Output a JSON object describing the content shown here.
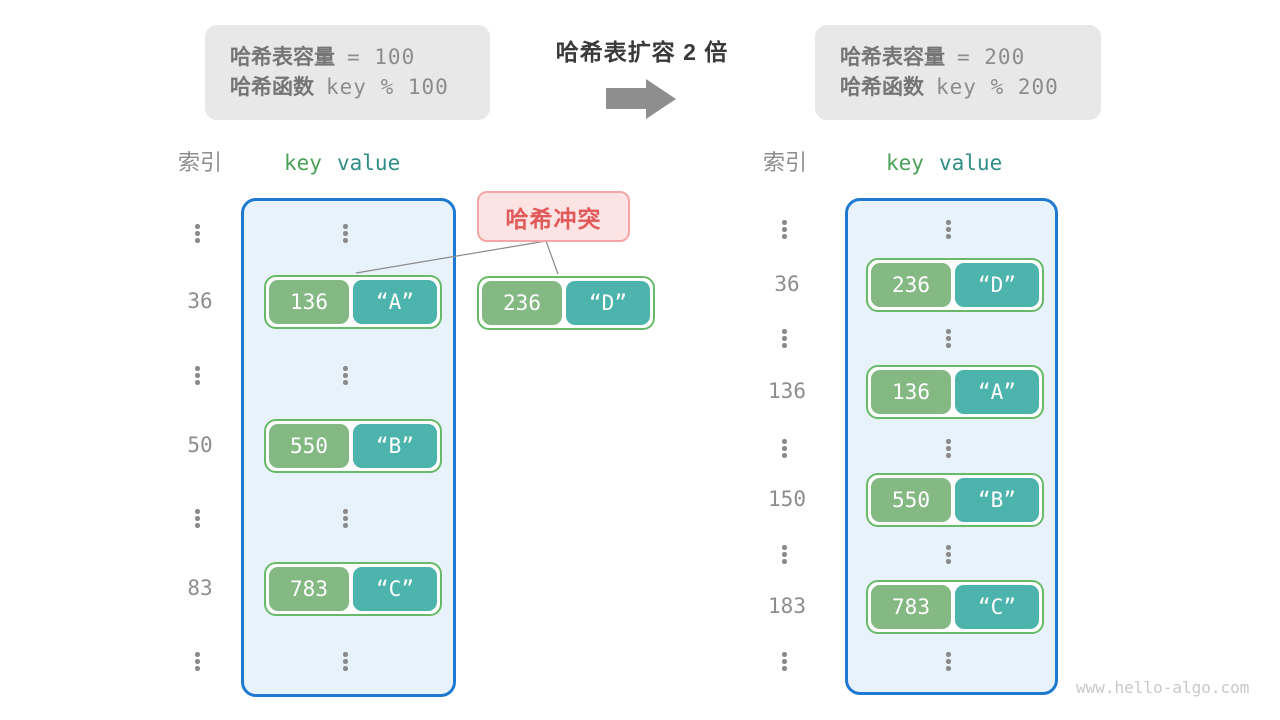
{
  "left_info": {
    "rows": [
      {
        "label": "哈希表容量",
        "code": "=  100"
      },
      {
        "label": "哈希函数",
        "code": "key % 100"
      }
    ]
  },
  "right_info": {
    "rows": [
      {
        "label": "哈希表容量",
        "code": "=  200"
      },
      {
        "label": "哈希函数",
        "code": "key % 200"
      }
    ]
  },
  "center": {
    "title": "哈希表扩容 2 倍",
    "arrow_icon": "right-arrow"
  },
  "headers": {
    "index": "索引",
    "key": "key",
    "value": "value"
  },
  "left_table": {
    "rows": [
      {
        "type": "dots"
      },
      {
        "type": "entry",
        "index": "36",
        "key": "136",
        "value": "“A”"
      },
      {
        "type": "dots"
      },
      {
        "type": "entry",
        "index": "50",
        "key": "550",
        "value": "“B”"
      },
      {
        "type": "dots"
      },
      {
        "type": "entry",
        "index": "83",
        "key": "783",
        "value": "“C”"
      },
      {
        "type": "dots"
      }
    ]
  },
  "right_table": {
    "rows": [
      {
        "type": "dots"
      },
      {
        "type": "entry",
        "index": "36",
        "key": "236",
        "value": "“D”"
      },
      {
        "type": "dots"
      },
      {
        "type": "entry",
        "index": "136",
        "key": "136",
        "value": "“A”"
      },
      {
        "type": "dots"
      },
      {
        "type": "entry",
        "index": "150",
        "key": "550",
        "value": "“B”"
      },
      {
        "type": "dots"
      },
      {
        "type": "entry",
        "index": "183",
        "key": "783",
        "value": "“C”"
      },
      {
        "type": "dots"
      }
    ]
  },
  "collision": {
    "label": "哈希冲突",
    "pair": {
      "key": "236",
      "value": "“D”"
    }
  },
  "watermark": "www.hello-algo.com",
  "colors": {
    "canvas-bg": "#ffffff",
    "info-bg": "#e8e8e8",
    "info-label": "#757575",
    "info-code": "#8c8c8c",
    "title-color": "#3a3a3a",
    "arrow-gray": "#8e8e8e",
    "index-gray": "#8d8d8d",
    "header-key-green": "#4aa157",
    "header-value-teal": "#2f8e86",
    "table-fill": "#e8f2fb",
    "table-border": "#1f79d1",
    "pair-border": "#68ba68",
    "pair-bg": "#fdfefd",
    "key-green": "#84b984",
    "value-teal": "#4db3ad",
    "cell-text": "#ffffff",
    "collision-bg": "#fce4e4",
    "collision-border": "#f4a6a6",
    "collision-text": "#e15959",
    "dot-gray": "#8a8a8a",
    "line-gray": "#8a8a8a",
    "watermark-gray": "#c8c8c8"
  }
}
